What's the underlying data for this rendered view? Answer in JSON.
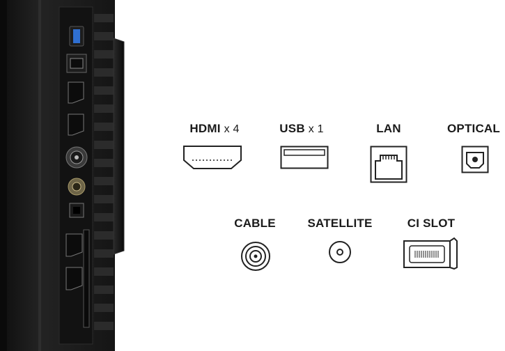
{
  "ports": {
    "hdmi": {
      "name": "HDMI",
      "count": "x 4",
      "icon": "hdmi-port-icon"
    },
    "usb": {
      "name": "USB",
      "count": "x 1",
      "icon": "usb-port-icon"
    },
    "lan": {
      "name": "LAN",
      "icon": "lan-port-icon"
    },
    "optical": {
      "name": "OPTICAL",
      "icon": "optical-port-icon"
    },
    "cable": {
      "name": "CABLE",
      "icon": "coax-cable-icon"
    },
    "satellite": {
      "name": "SATELLITE",
      "icon": "satellite-connector-icon"
    },
    "ci_slot": {
      "name": "CI SLOT",
      "icon": "ci-card-icon"
    }
  },
  "colors": {
    "tv_body": "#1b1b1b",
    "usb_blue": "#2f6fd1",
    "icon_stroke": "#222222"
  }
}
